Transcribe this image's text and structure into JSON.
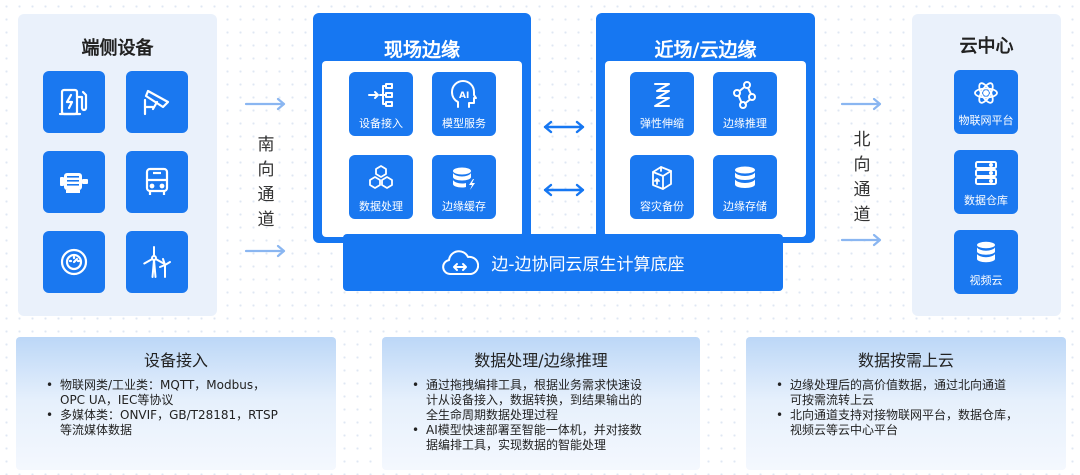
{
  "colors": {
    "primary": "#1677f2",
    "tile": "#1a78f0",
    "light_panel": "#eaf1fb",
    "arrow": "#8ab6f1"
  },
  "endpoint": {
    "title": "端侧设备",
    "icons": [
      "charging-pile-icon",
      "camera-icon",
      "motor-icon",
      "bus-icon",
      "meter-icon",
      "wind-turbine-icon"
    ]
  },
  "south_label": [
    "南",
    "向",
    "通",
    "道"
  ],
  "north_label": [
    "北",
    "向",
    "通",
    "道"
  ],
  "edge_site": {
    "title": "现场边缘",
    "services": [
      {
        "label": "设备接入",
        "icon": "device-access-icon"
      },
      {
        "label": "模型服务",
        "icon": "ai-model-icon"
      },
      {
        "label": "数据处理",
        "icon": "cubes-icon"
      },
      {
        "label": "边缘缓存",
        "icon": "cache-icon"
      }
    ]
  },
  "edge_near": {
    "title": "近场/云边缘",
    "services": [
      {
        "label": "弹性伸缩",
        "icon": "elastic-icon"
      },
      {
        "label": "边缘推理",
        "icon": "inference-icon"
      },
      {
        "label": "容灾备份",
        "icon": "backup-icon"
      },
      {
        "label": "边缘存储",
        "icon": "storage-icon"
      }
    ]
  },
  "base": {
    "label": "边-边协同云原生计算底座"
  },
  "cloud": {
    "title": "云中心",
    "items": [
      {
        "label": "物联网平台",
        "icon": "atom-icon"
      },
      {
        "label": "数据仓库",
        "icon": "server-icon"
      },
      {
        "label": "视频云",
        "icon": "database-icon"
      }
    ]
  },
  "cards": [
    {
      "title": "设备接入",
      "bullets": [
        [
          "物联网类/工业类：MQTT，Modbus，",
          "OPC UA，IEC等协议"
        ],
        [
          "多媒体类：ONVIF，GB/T28181，RTSP",
          "等流媒体数据"
        ]
      ]
    },
    {
      "title": "数据处理/边缘推理",
      "bullets": [
        [
          "通过拖拽编排工具，根据业务需求快速设",
          "计从设备接入，数据转换，到结果输出的",
          "全生命周期数据处理过程"
        ],
        [
          "AI模型快速部署至智能一体机，并对接数",
          "据编排工具，实现数据的智能处理"
        ]
      ]
    },
    {
      "title": "数据按需上云",
      "bullets": [
        [
          "边缘处理后的高价值数据，通过北向通道",
          "可按需流转上云"
        ],
        [
          "北向通道支持对接物联网平台，数据仓库，",
          "视频云等云中心平台"
        ]
      ]
    }
  ]
}
